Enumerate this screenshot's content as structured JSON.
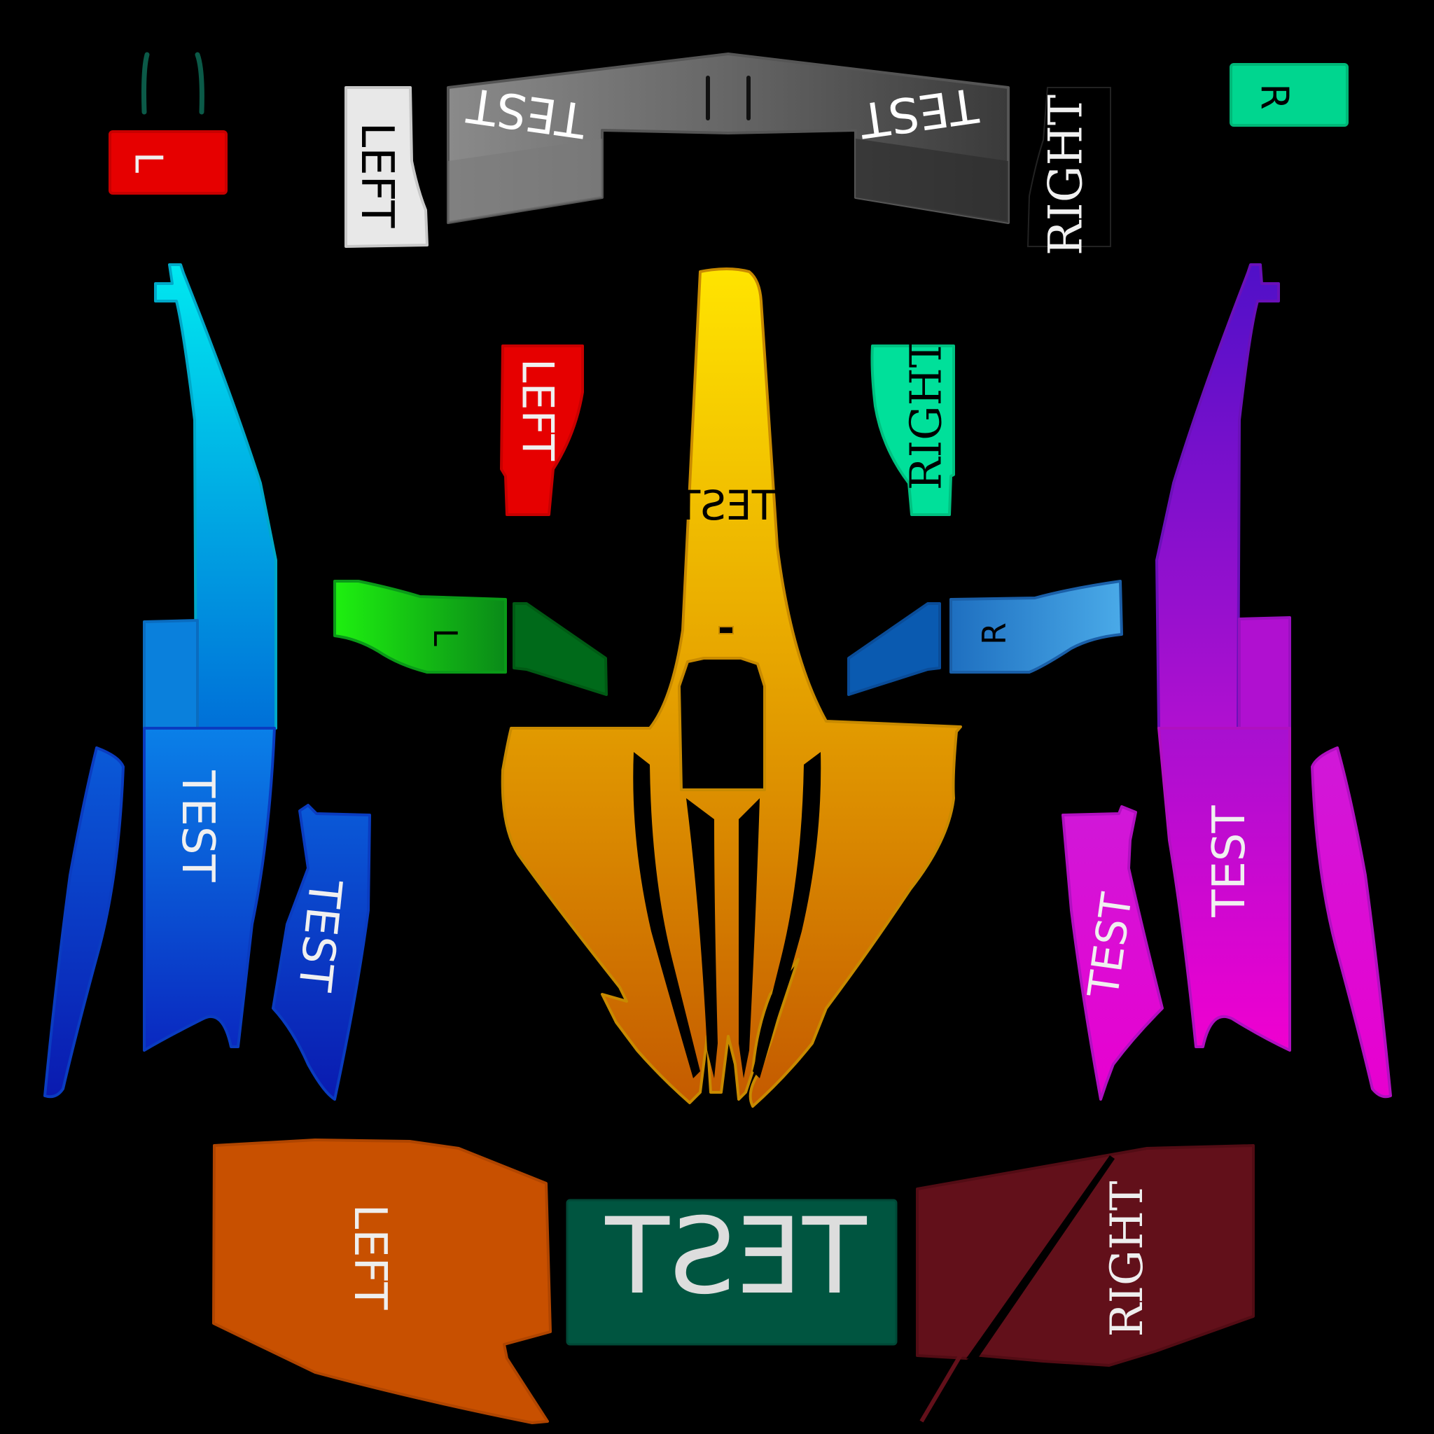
{
  "template": {
    "title": "Livery texture template",
    "background": "#000000"
  },
  "labels": {
    "left": "LEFT",
    "right": "RIGHT",
    "test": "TEST",
    "l": "L",
    "r": "R"
  },
  "pieces": [
    {
      "id": "mirror-left-stalks",
      "color": "#0b5a48"
    },
    {
      "id": "mirror-left",
      "label": "L",
      "color": "#e60000",
      "text_color": "#f0f0f0"
    },
    {
      "id": "rear-wing-endplate-left",
      "label": "LEFT",
      "color": "#e8e8e8",
      "text_color": "#000000"
    },
    {
      "id": "rear-wing-main",
      "labels": [
        "TEST",
        "TEST"
      ],
      "color_from": "#8a8a8a",
      "color_to": "#3a3a3a",
      "text_color": "#ffffff"
    },
    {
      "id": "rear-wing-endplate-right",
      "label": "RIGHT",
      "color": "#000000",
      "text_color": "#f0f0f0"
    },
    {
      "id": "mirror-right",
      "label": "R",
      "color": "#00d68f",
      "text_color": "#000000"
    },
    {
      "id": "sidepod-left-upper",
      "color_from": "#00e5ee",
      "color_to": "#0078d0"
    },
    {
      "id": "sidepod-left-main",
      "label": "TEST",
      "color_from": "#0a78e0",
      "color_to": "#0a2ec0",
      "text_color": "#f0f0f0"
    },
    {
      "id": "floor-edge-left",
      "color_from": "#0a60d0",
      "color_to": "#0a20b0"
    },
    {
      "id": "sidepod-left-inner",
      "label": "TEST",
      "color_from": "#0a50d0",
      "color_to": "#0a20b0",
      "text_color": "#f0f0f0"
    },
    {
      "id": "front-wing-endplate-left",
      "label": "LEFT",
      "color": "#e60000",
      "text_color": "#f0f0f0"
    },
    {
      "id": "nose",
      "label": "TEST",
      "color_from": "#ffe000",
      "color_to": "#c85a00",
      "text_color": "#000000"
    },
    {
      "id": "front-wing-endplate-right",
      "label": "RIGHT",
      "color": "#00e09a",
      "text_color": "#000000"
    },
    {
      "id": "front-wing-left",
      "label": "L",
      "color_from": "#20f010",
      "color_to": "#0a8a18",
      "flap_color": "#006a1a",
      "text_color": "#000000"
    },
    {
      "id": "front-wing-right",
      "label": "R",
      "color_from": "#1e6fc0",
      "color_to": "#48a8e8",
      "flap_color": "#0a5ab0",
      "text_color": "#000000"
    },
    {
      "id": "sidepod-right-upper",
      "color_from": "#5a10c8",
      "color_to": "#b010d0"
    },
    {
      "id": "sidepod-right-main",
      "label": "TEST",
      "color_from": "#b010d0",
      "color_to": "#ee00d0",
      "text_color": "#f0f0f0"
    },
    {
      "id": "sidepod-right-inner",
      "label": "TEST",
      "color_from": "#d010d0",
      "color_to": "#e010d0",
      "text_color": "#f0f0f0"
    },
    {
      "id": "floor-edge-right",
      "color_from": "#d010d0",
      "color_to": "#e800d0"
    },
    {
      "id": "floor-left",
      "label": "LEFT",
      "color": "#c85000",
      "text_color": "#eeeeee"
    },
    {
      "id": "engine-cover",
      "label": "TEST",
      "color": "#005540",
      "text_color": "#dddddd"
    },
    {
      "id": "floor-right",
      "label": "RIGHT",
      "color": "#62101a",
      "text_color": "#eeeeee"
    }
  ]
}
